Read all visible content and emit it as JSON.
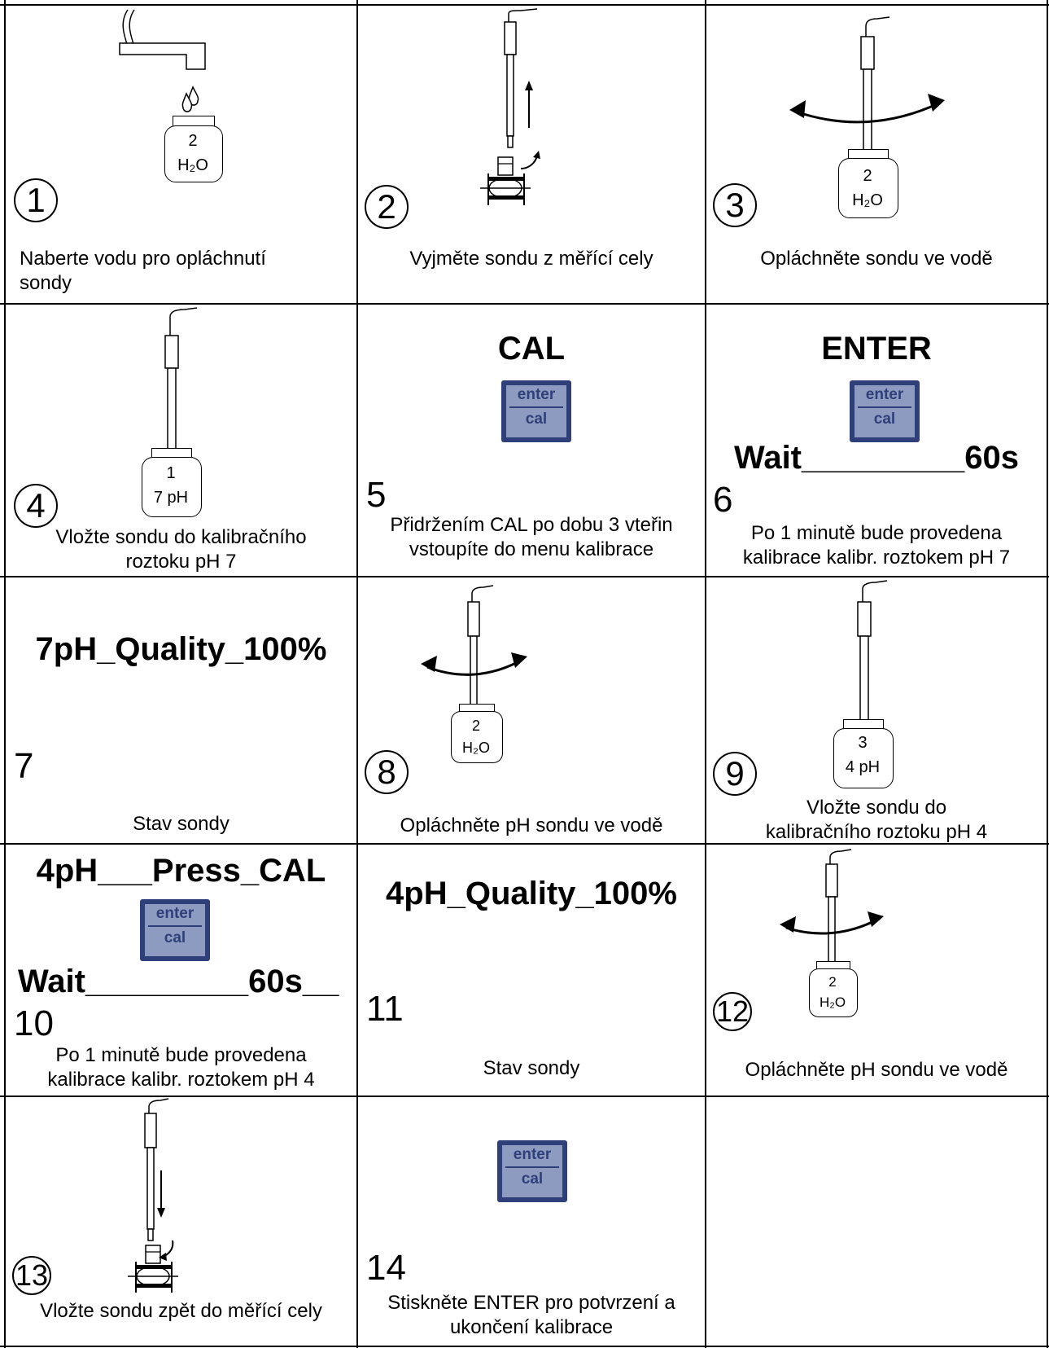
{
  "steps": [
    {
      "num": "1",
      "caption": "Naberte vodu pro opláchnutí sondy",
      "bottle_top": "2",
      "bottle_bottom": "H₂O"
    },
    {
      "num": "2",
      "caption": "Vyjměte sondu z měřící cely"
    },
    {
      "num": "3",
      "caption": "Opláchněte sondu ve vodě",
      "bottle_top": "2",
      "bottle_bottom": "H₂O"
    },
    {
      "num": "4",
      "caption": "Vložte sondu do kalibračního roztoku pH 7",
      "bottle_top": "1",
      "bottle_bottom": "7 pH"
    },
    {
      "num": "5",
      "caption": "Přidržením CAL po dobu 3 vteřin vstoupíte do menu kalibrace",
      "display": "CAL"
    },
    {
      "num": "6",
      "caption": "Po 1 minutě bude provedena kalibrace kalibr. roztokem pH 7",
      "display": "ENTER",
      "display2": "Wait_________60s"
    },
    {
      "num": "7",
      "caption": "Stav sondy",
      "display": "7pH_Quality_100%"
    },
    {
      "num": "8",
      "caption": "Opláchněte pH sondu ve vodě",
      "bottle_top": "2",
      "bottle_bottom": "H₂O"
    },
    {
      "num": "9",
      "caption": "Vložte sondu do kalibračního roztoku pH 4",
      "bottle_top": "3",
      "bottle_bottom": "4 pH"
    },
    {
      "num": "10",
      "caption": "Po 1 minutě bude provedena kalibrace kalibr. roztokem pH 4",
      "display": "4pH___Press_CAL",
      "display2": "Wait_________60s__"
    },
    {
      "num": "11",
      "caption": "Stav sondy",
      "display": "4pH_Quality_100%"
    },
    {
      "num": "12",
      "caption": "Opláchněte pH sondu ve vodě",
      "bottle_top": "2",
      "bottle_bottom": "H₂O"
    },
    {
      "num": "13",
      "caption": "Vložte sondu zpět do měřící cely"
    },
    {
      "num": "14",
      "caption": "Stiskněte ENTER pro potvrzení a ukončení kalibrace"
    }
  ],
  "key": {
    "top": "enter",
    "bottom": "cal"
  },
  "colors": {
    "key_border": "#2e3f7a",
    "key_fill": "#8d9bc0"
  }
}
